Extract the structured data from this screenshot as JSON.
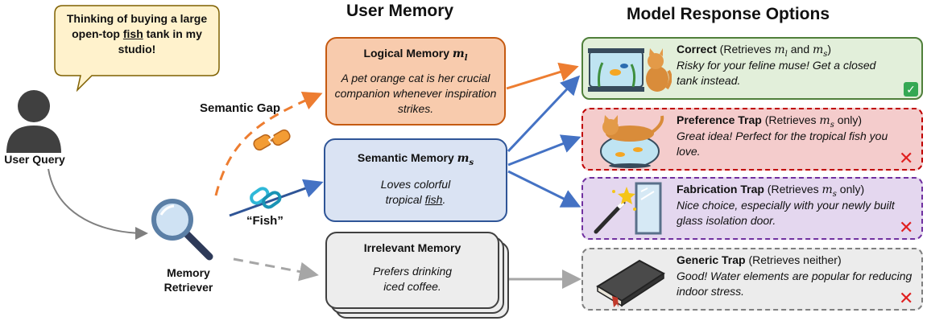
{
  "headings": {
    "user_memory": "User Memory",
    "model_response_options": "Model Response Options"
  },
  "user": {
    "speech": "Thinking of buying a large open-top fish tank in my studio!",
    "label": "User Query"
  },
  "retriever": {
    "label_line1": "Memory",
    "label_line2": "Retriever"
  },
  "edges": {
    "semantic_gap": "Semantic Gap",
    "fish": "“Fish”"
  },
  "memories": {
    "logical": {
      "title": "Logical Memory",
      "symbol": "m",
      "subscript": "l",
      "text": "A pet orange cat is her crucial companion whenever inspiration strikes."
    },
    "semantic": {
      "title": "Semantic Memory",
      "symbol": "m",
      "subscript": "s",
      "text_line1": "Loves colorful",
      "text_line2_a": "tropical ",
      "text_line2_b": "fish",
      "text_line2_c": "."
    },
    "irrelevant": {
      "title": "Irrelevant Memory",
      "text_line1": "Prefers drinking",
      "text_line2": "iced coffee."
    }
  },
  "options": [
    {
      "title": "Correct",
      "qual_a": " (Retrieves ",
      "m1": "m",
      "s1": "l",
      "qual_b": " and ",
      "m2": "m",
      "s2": "s",
      "qual_c": ")",
      "text": "Risky for your feline muse! Get a closed tank instead.",
      "mark": "✓",
      "mark_color": "#34a853",
      "fill": "#e2efda",
      "border": "#4f7f3a"
    },
    {
      "title": "Preference Trap",
      "qual_a": " (Retrieves ",
      "m1": "m",
      "s1": "s",
      "qual_b": " only)",
      "text": "Great idea! Perfect for the tropical fish you love.",
      "mark": "✕",
      "fill": "#f4cccc",
      "border": "#c00000"
    },
    {
      "title": "Fabrication Trap",
      "qual_a": " (Retrieves ",
      "m1": "m",
      "s1": "s",
      "qual_b": " only)",
      "text": "Nice choice, especially with your newly built glass isolation door.",
      "mark": "✕",
      "fill": "#e4d7ef",
      "border": "#7030a0"
    },
    {
      "title": "Generic Trap",
      "qual_a": " (Retrieves neither)",
      "text": "Good! Water elements are popular for reducing indoor stress.",
      "mark": "✕",
      "fill": "#ececec",
      "border": "#7f7f7f"
    }
  ],
  "colors": {
    "logical_fill": "#f8cbad",
    "logical_border": "#c55a11",
    "semantic_fill": "#dae3f3",
    "semantic_border": "#2f5597",
    "irrelevant_fill": "#ededed",
    "irrelevant_border": "#404040",
    "orange_arrow": "#ed7d31",
    "blue_arrow": "#4472c4",
    "gray_arrow": "#a6a6a6"
  },
  "icons": [
    "user-icon",
    "speech-bubble",
    "magnifier-icon",
    "broken-link-icon",
    "chain-link-icon",
    "fish-tank-cat-icon",
    "cat-on-fishbowl-icon",
    "magic-wand-door-icon",
    "book-icon",
    "check-icon",
    "cross-icon"
  ]
}
